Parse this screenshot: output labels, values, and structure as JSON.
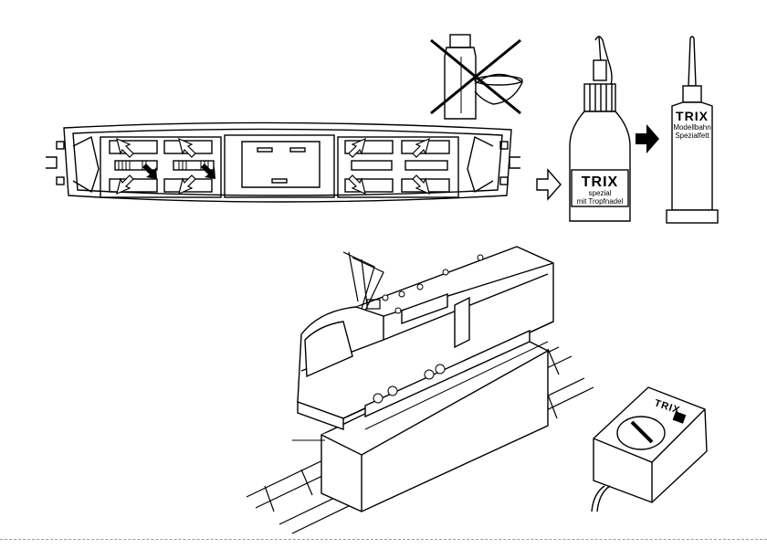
{
  "oil_bottle": {
    "brand": "TRIX",
    "line1": "spezial",
    "line2": "mit Tropfnadel"
  },
  "grease_tube": {
    "brand": "TRIX",
    "line1": "Modellbahn",
    "line2": "Spezialfett"
  },
  "controller": {
    "brand": "TRIX"
  },
  "icons": {
    "prohibited": "cross-out-icon",
    "arrow": "arrow-right-icon"
  },
  "colors": {
    "ink": "#000000",
    "paper": "#ffffff"
  }
}
